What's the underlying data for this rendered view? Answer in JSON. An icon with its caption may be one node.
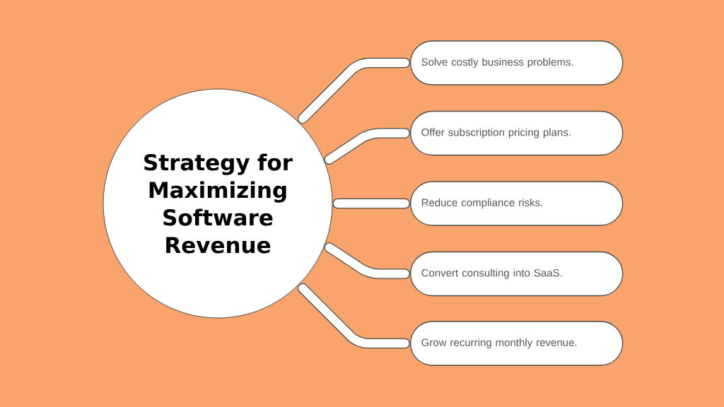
{
  "diagram": {
    "nodes": [
      {
        "text": [
          "Strategy for Maximizing Software Revenue"
        ]
      },
      {
        "text": [
          "Solve costly business problems."
        ]
      },
      {
        "text": [
          "Offer subscription pricing plans."
        ]
      },
      {
        "text": [
          "Reduce compliance risks."
        ]
      },
      {
        "text": [
          "Convert consulting into SaaS."
        ]
      },
      {
        "text": [
          "Grow recurring monthly revenue."
        ]
      }
    ],
    "edges": [
      {
        "from": 0,
        "to": 1,
        "arrow": "none"
      },
      {
        "from": 0,
        "to": 2,
        "arrow": "none"
      },
      {
        "from": 0,
        "to": 3,
        "arrow": "none"
      },
      {
        "from": 0,
        "to": 4,
        "arrow": "none"
      },
      {
        "from": 0,
        "to": 5,
        "arrow": "none"
      }
    ]
  }
}
